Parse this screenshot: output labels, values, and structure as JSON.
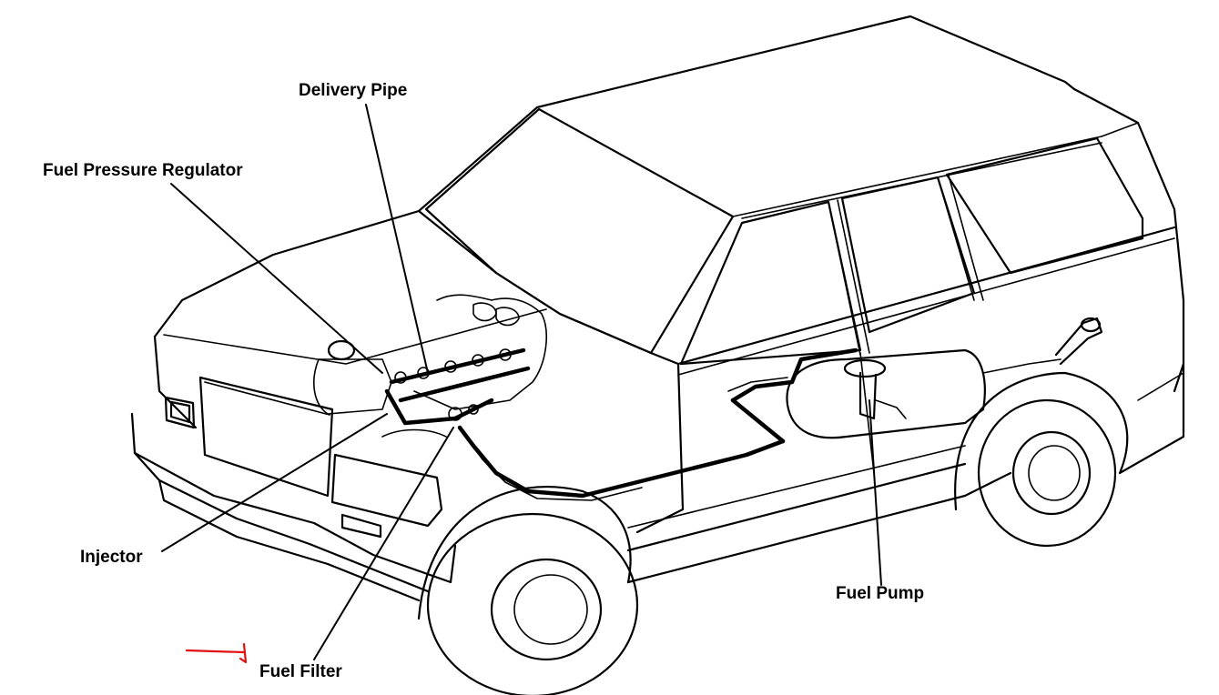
{
  "diagram": {
    "labels": {
      "delivery_pipe": "Delivery Pipe",
      "fuel_pressure_regulator": "Fuel Pressure Regulator",
      "injector": "Injector",
      "fuel_pump": "Fuel Pump",
      "fuel_filter": "Fuel Filter"
    },
    "colors": {
      "line": "#000000",
      "background": "#ffffff",
      "annotation": "#e01010"
    }
  }
}
